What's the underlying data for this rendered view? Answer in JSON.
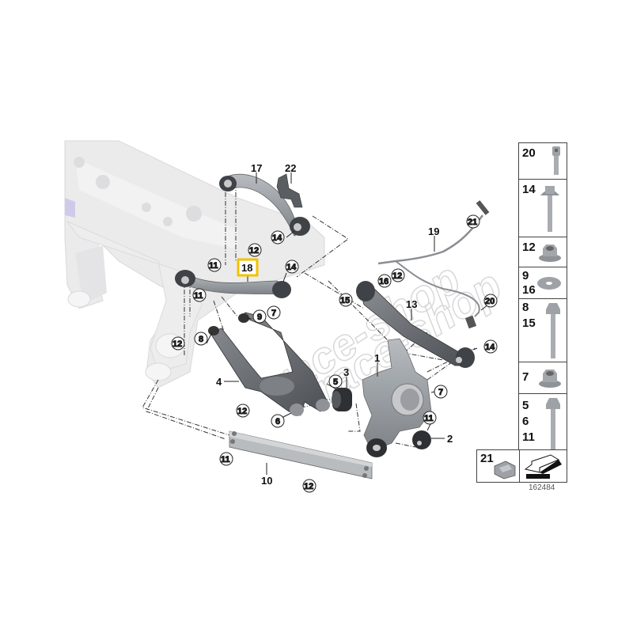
{
  "diagram": {
    "id": "162484",
    "watermark": "race-shop",
    "highlight_color": "#f2c200",
    "highlighted_part": "18",
    "main_labels": {
      "l17": "17",
      "l22": "22",
      "l18": "18",
      "l19": "19",
      "l13": "13",
      "l1": "1",
      "l3": "3",
      "l4": "4",
      "l2": "2",
      "l10": "10"
    },
    "callouts": {
      "c14a": "14",
      "c12a": "12",
      "c14b": "14",
      "c11a": "11",
      "c11b": "11",
      "c12b": "12",
      "c8": "8",
      "c9": "9",
      "c7a": "7",
      "c21": "21",
      "c16": "16",
      "c12c": "12",
      "c15": "15",
      "c20": "20",
      "c14c": "14",
      "c5": "5",
      "c7b": "7",
      "c6": "6",
      "c12d": "12",
      "c11c": "11",
      "c11d": "11",
      "c12e": "12"
    }
  },
  "sidebar": {
    "cells": [
      {
        "numbers": [
          "20"
        ],
        "icon": "socket-head-bolt-icon"
      },
      {
        "numbers": [
          "14"
        ],
        "icon": "flange-bolt-with-washer-icon"
      },
      {
        "numbers": [
          "12"
        ],
        "icon": "flange-nut-icon"
      },
      {
        "numbers": [
          "9",
          "16"
        ],
        "icon": "washer-icon"
      },
      {
        "numbers": [
          "8",
          "15"
        ],
        "icon": "hex-bolt-icon"
      },
      {
        "numbers": [
          "7"
        ],
        "icon": "flange-nut-icon"
      },
      {
        "numbers": [
          "5",
          "6",
          "11"
        ],
        "icon": "long-hex-bolt-icon"
      }
    ],
    "bottom": {
      "number": "21",
      "icon": "clip-icon",
      "arrow_icon": "direction-arrow-icon"
    }
  }
}
